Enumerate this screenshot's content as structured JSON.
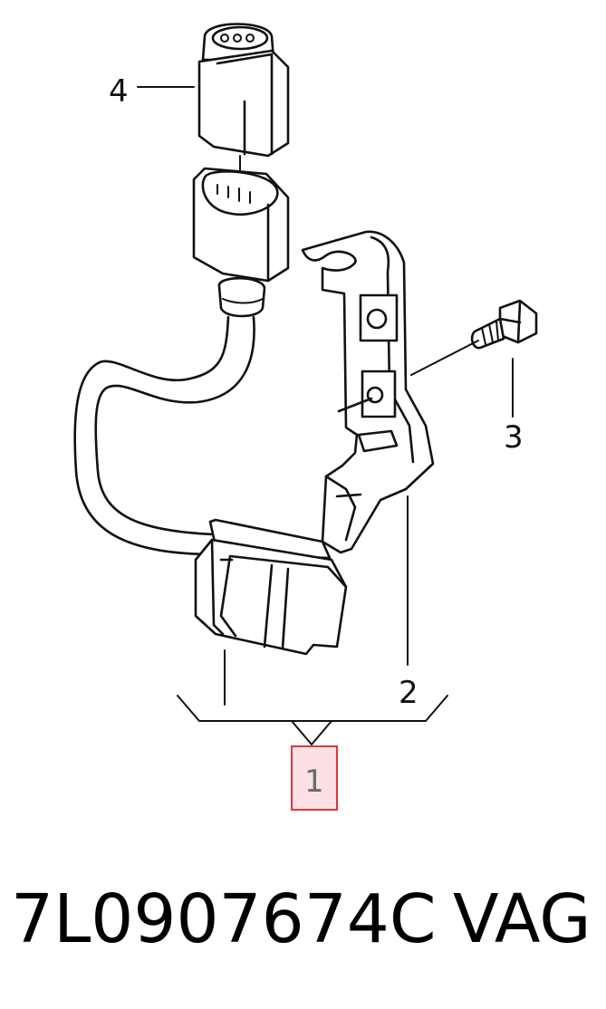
{
  "callouts": {
    "c1": "1",
    "c2": "2",
    "c3": "3",
    "c4": "4"
  },
  "highlight": {
    "callout": "1",
    "fill": "#fbe1e3",
    "stroke": "#d9383f"
  },
  "footer": {
    "part_number": "7L0907674C",
    "brand": "VAG"
  }
}
